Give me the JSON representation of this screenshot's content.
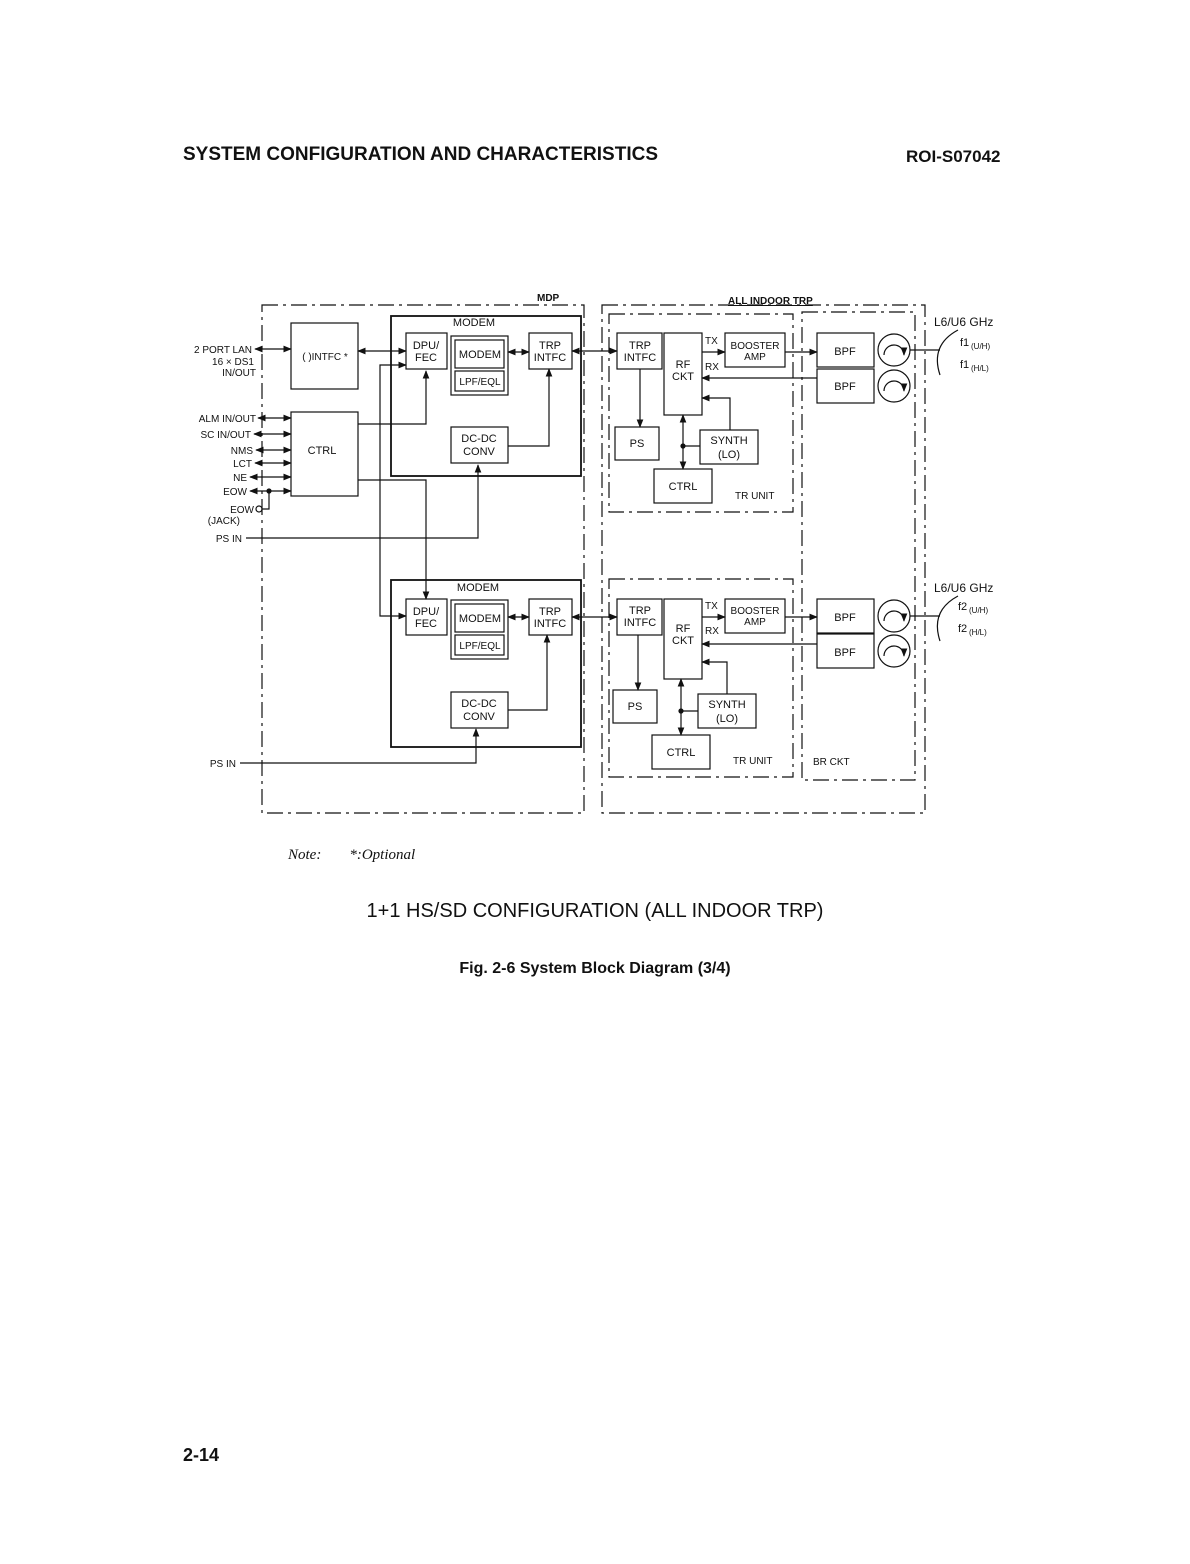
{
  "header": {
    "section_title": "SYSTEM CONFIGURATION AND CHARACTERISTICS",
    "doc_id": "ROI-S07042"
  },
  "diagram": {
    "mdp_label": "MDP",
    "trp_label": "ALL INDOOR TRP",
    "inputs": {
      "lan": "2 PORT LAN",
      "ds1": "16 × DS1",
      "inout": "IN/OUT",
      "alm": "ALM IN/OUT",
      "sc": "SC IN/OUT",
      "nms": "NMS",
      "lct": "LCT",
      "ne": "NE",
      "eow": "EOW",
      "eow_jack": "EOW",
      "jack": "(JACK)",
      "ps_in_1": "PS IN",
      "ps_in_2": "PS IN"
    },
    "intfc": "( )INTFC *",
    "ctrl_main": "CTRL",
    "modem_units": [
      {
        "title": "MODEM",
        "dpu": [
          "DPU/",
          "FEC"
        ],
        "modem": "MODEM",
        "lpf": "LPF/EQL",
        "trp": [
          "TRP",
          "INTFC"
        ],
        "dcdc": [
          "DC-DC",
          "CONV"
        ]
      },
      {
        "title": "MODEM",
        "dpu": [
          "DPU/",
          "FEC"
        ],
        "modem": "MODEM",
        "lpf": "LPF/EQL",
        "trp": [
          "TRP",
          "INTFC"
        ],
        "dcdc": [
          "DC-DC",
          "CONV"
        ]
      }
    ],
    "tr_units": [
      {
        "trp": [
          "TRP",
          "INTFC"
        ],
        "rf": [
          "RF",
          "CKT"
        ],
        "tx": "TX",
        "rx": "RX",
        "booster": [
          "BOOSTER",
          "AMP"
        ],
        "ps": "PS",
        "synth": [
          "SYNTH",
          "(LO)"
        ],
        "ctrl": "CTRL",
        "label": "TR UNIT"
      },
      {
        "trp": [
          "TRP",
          "INTFC"
        ],
        "rf": [
          "RF",
          "CKT"
        ],
        "tx": "TX",
        "rx": "RX",
        "booster": [
          "BOOSTER",
          "AMP"
        ],
        "ps": "PS",
        "synth": [
          "SYNTH",
          "(LO)"
        ],
        "ctrl": "CTRL",
        "label": "TR UNIT"
      }
    ],
    "bpf": "BPF",
    "br_ckt": "BR CKT",
    "antennas": [
      {
        "band": "L6/U6 GHz",
        "f1": "f1",
        "f1_sub": "(U/H)",
        "f2": "f1",
        "f2_sub": "(H/L)"
      },
      {
        "band": "L6/U6 GHz",
        "f1": "f2",
        "f1_sub": "(U/H)",
        "f2": "f2",
        "f2_sub": "(H/L)"
      }
    ]
  },
  "note": {
    "label": "Note:",
    "text": "*:Optional"
  },
  "caption": "1+1 HS/SD CONFIGURATION (ALL INDOOR TRP)",
  "figure_title": "Fig. 2-6  System Block Diagram (3/4)",
  "page_number": "2-14"
}
